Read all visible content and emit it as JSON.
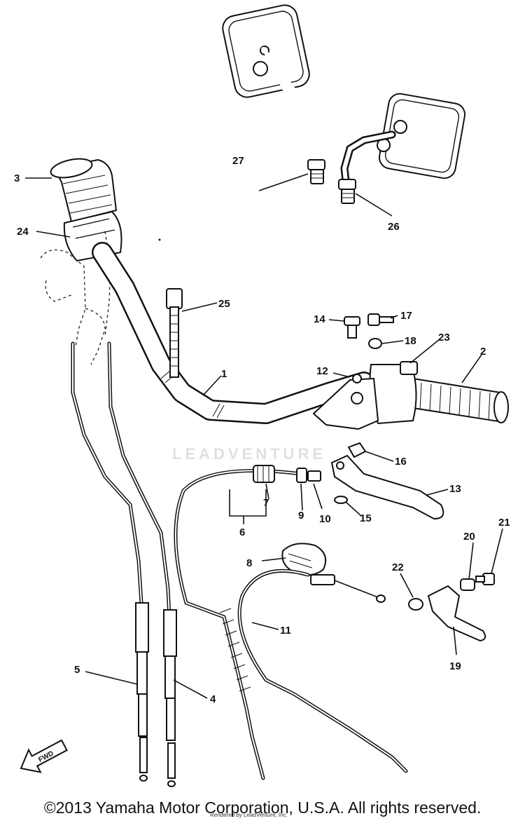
{
  "labels": {
    "l1": "1",
    "l2": "2",
    "l3": "3",
    "l4": "4",
    "l5": "5",
    "l6": "6",
    "l7": "7",
    "l8": "8",
    "l9": "9",
    "l10": "10",
    "l11": "11",
    "l12": "12",
    "l13": "13",
    "l14": "14",
    "l15": "15",
    "l16": "16",
    "l17": "17",
    "l18": "18",
    "l19": "19",
    "l20": "20",
    "l21": "21",
    "l22": "22",
    "l23": "23",
    "l24": "24",
    "l25": "25",
    "l26": "26",
    "l27": "27"
  },
  "fwd_arrow": "FWD",
  "watermark": "LEADVENTURE",
  "footer": {
    "copyright": "©2013 Yamaha Motor Corporation, U.S.A. All rights reserved.",
    "small": "Rendered by LeadVenture, Inc."
  }
}
